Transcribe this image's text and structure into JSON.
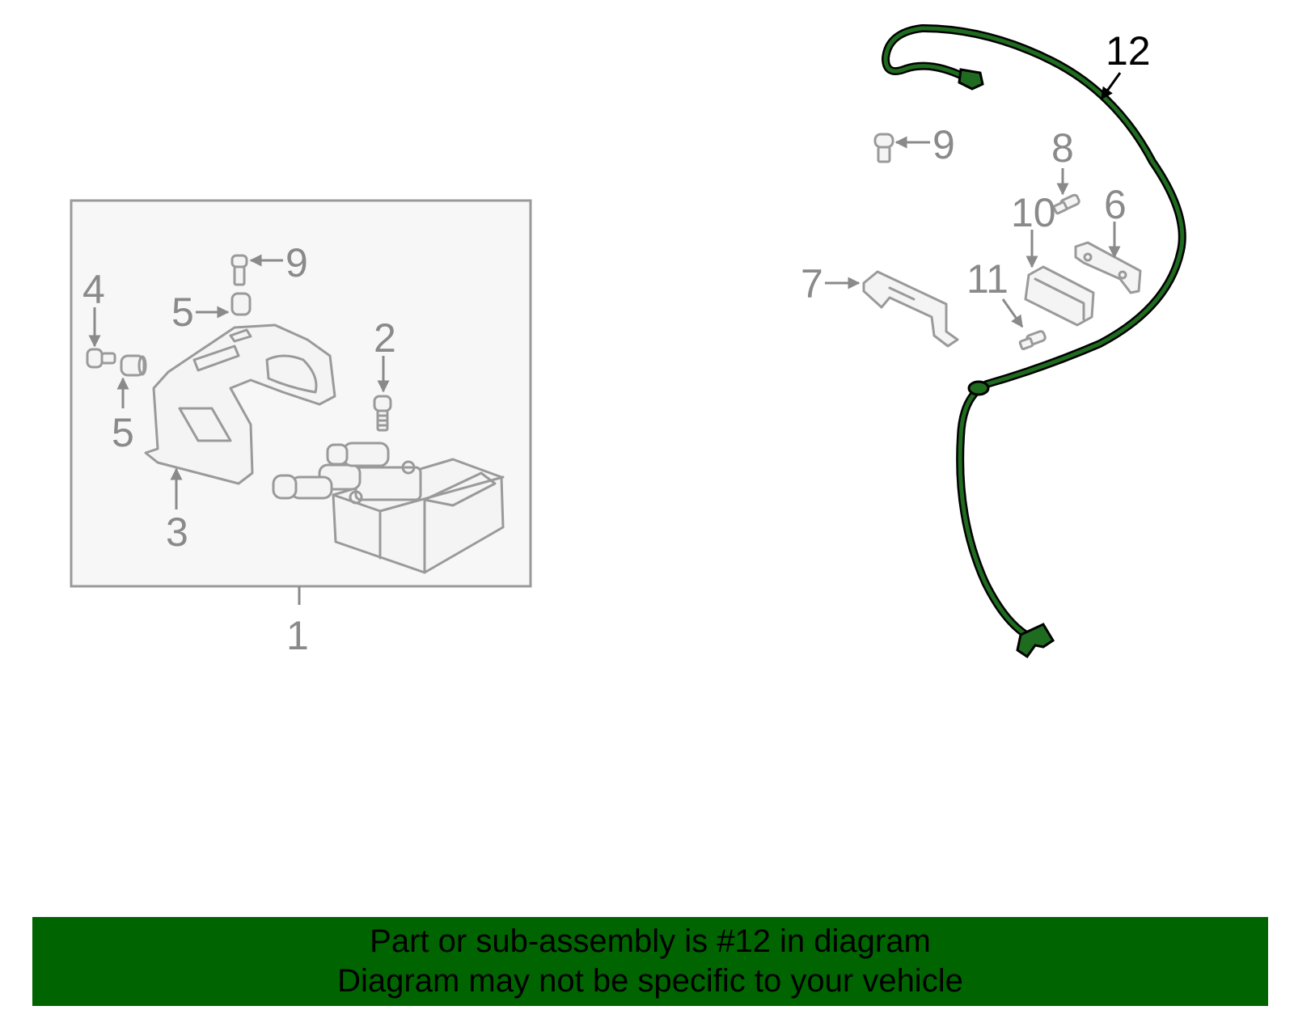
{
  "banner": {
    "line1": "Part or sub-assembly is #12 in diagram",
    "line2": "Diagram may not be specific to your vehicle",
    "background_color": "#006400"
  },
  "highlight_color": "#1f6b1f",
  "callouts": {
    "c1": "1",
    "c2": "2",
    "c3": "3",
    "c4": "4",
    "c5a": "5",
    "c5b": "5",
    "c6": "6",
    "c7": "7",
    "c8": "8",
    "c9a": "9",
    "c9b": "9",
    "c10": "10",
    "c11": "11",
    "c12": "12"
  }
}
